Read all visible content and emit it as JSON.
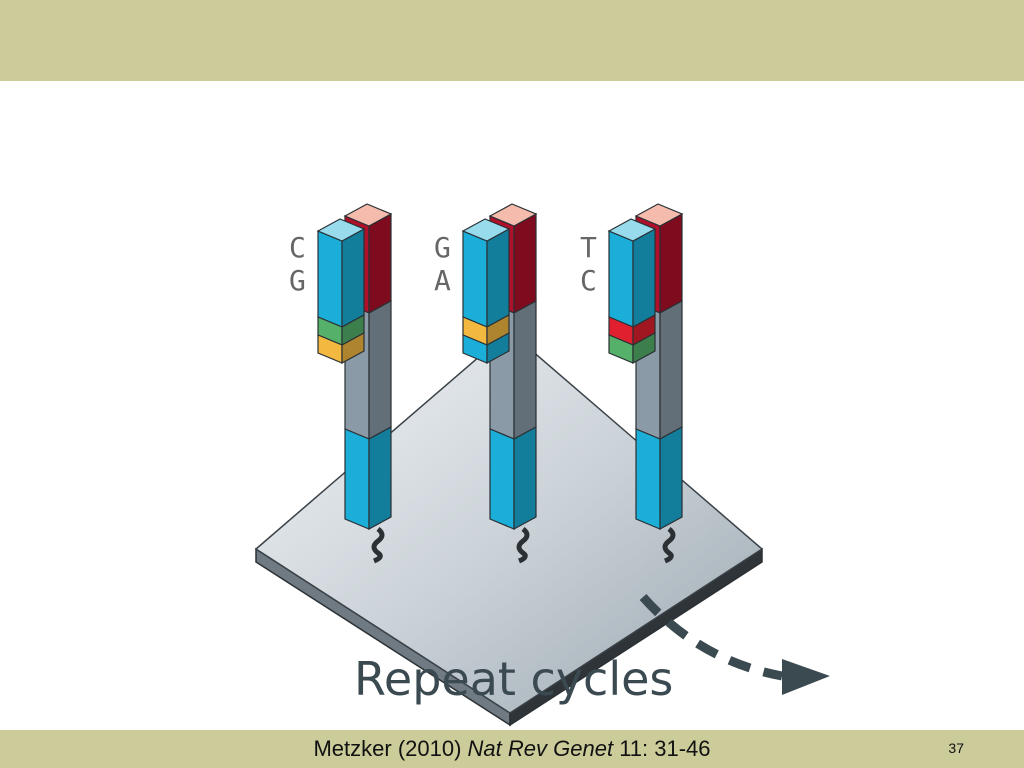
{
  "figure": {
    "columns": [
      {
        "top_base": "C",
        "bottom_base": "G",
        "top_color": "#55b06a",
        "bottom_color": "#f2b840"
      },
      {
        "top_base": "G",
        "bottom_base": "A",
        "top_color": "#f2b840",
        "bottom_color": "#1aaed8"
      },
      {
        "top_base": "T",
        "bottom_base": "C",
        "top_color": "#e0202e",
        "bottom_color": "#55b06a"
      }
    ],
    "caption": "Repeat cycles"
  },
  "footer": {
    "citation_author": "Metzker (2010)",
    "citation_journal": "Nat Rev Genet",
    "citation_pages": "11: 31-46",
    "page_number": "37"
  },
  "colors": {
    "band": "#cccc9a",
    "blue": "#1aaed8",
    "red": "#b0102a",
    "gray": "#8a9aa6",
    "arrow": "#3a4a50"
  }
}
